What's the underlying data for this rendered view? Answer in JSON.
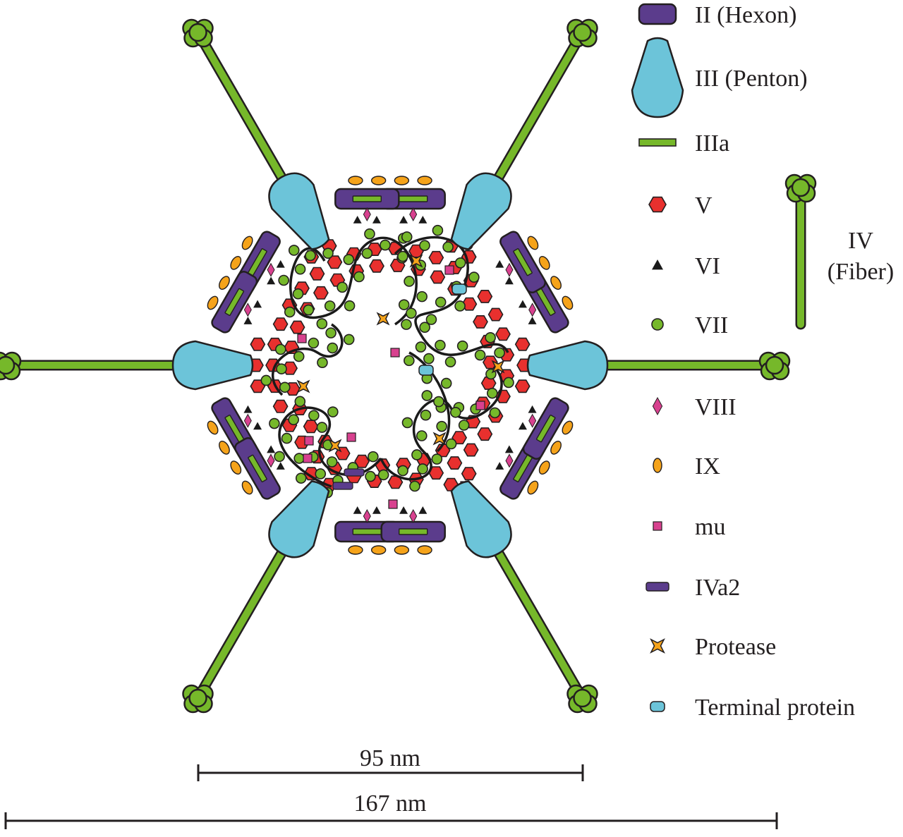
{
  "colors": {
    "hexon": "#5b3c8c",
    "penton": "#6cc4d9",
    "fiber": "#76b82a",
    "protein_v": "#e8302e",
    "protein_vi": "#1a1a1a",
    "protein_vii": "#76b82a",
    "protein_viii": "#d8418f",
    "protein_ix": "#f5a31a",
    "mu": "#d8418f",
    "iva2": "#5b3c8c",
    "protease": "#f5a31a",
    "terminal_protein": "#6cc4d9",
    "outline": "#231f20"
  },
  "legend": {
    "items": [
      {
        "id": "hexon",
        "label": "II (Hexon)",
        "icon": "hexon-rounded-bar"
      },
      {
        "id": "penton",
        "label": "III (Penton)",
        "icon": "penton-teardrop"
      },
      {
        "id": "iiia",
        "label": "IIIa",
        "icon": "green-bar"
      },
      {
        "id": "v",
        "label": "V",
        "icon": "red-hexagon"
      },
      {
        "id": "vi",
        "label": "VI",
        "icon": "black-triangle"
      },
      {
        "id": "vii",
        "label": "VII",
        "icon": "green-circle"
      },
      {
        "id": "viii",
        "label": "VIII",
        "icon": "pink-diamond"
      },
      {
        "id": "ix",
        "label": "IX",
        "icon": "orange-oval"
      },
      {
        "id": "mu",
        "label": "mu",
        "icon": "pink-square"
      },
      {
        "id": "iva2",
        "label": "IVa2",
        "icon": "purple-bar"
      },
      {
        "id": "protease",
        "label": "Protease",
        "icon": "orange-star"
      },
      {
        "id": "terminal",
        "label": "Terminal protein",
        "icon": "blue-rounded-rect"
      }
    ],
    "fiber": {
      "line1": "IV",
      "line2": "(Fiber)",
      "icon": "fiber-knob"
    }
  },
  "scale_bars": {
    "inner": {
      "label": "95 nm"
    },
    "outer": {
      "label": "167 nm"
    }
  }
}
